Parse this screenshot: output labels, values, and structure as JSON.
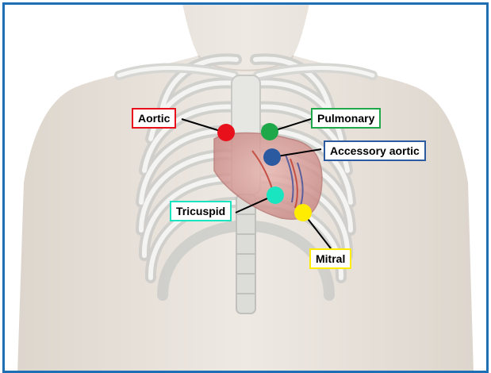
{
  "points": [
    {
      "id": "aortic",
      "label": "Aortic",
      "color": "#e8101a"
    },
    {
      "id": "pulmonary",
      "label": "Pulmonary",
      "color": "#1ea84a"
    },
    {
      "id": "accessory-aortic",
      "label": "Accessory aortic",
      "color": "#2c5aa0"
    },
    {
      "id": "tricuspid",
      "label": "Tricuspid",
      "color": "#19e6c1"
    },
    {
      "id": "mitral",
      "label": "Mitral",
      "color": "#ffec00"
    }
  ],
  "colors": {
    "frame": "#1f6fb5",
    "skin": "#e9e4dd",
    "bone": "#e2e2e0",
    "heart": "#d7a4a0"
  }
}
